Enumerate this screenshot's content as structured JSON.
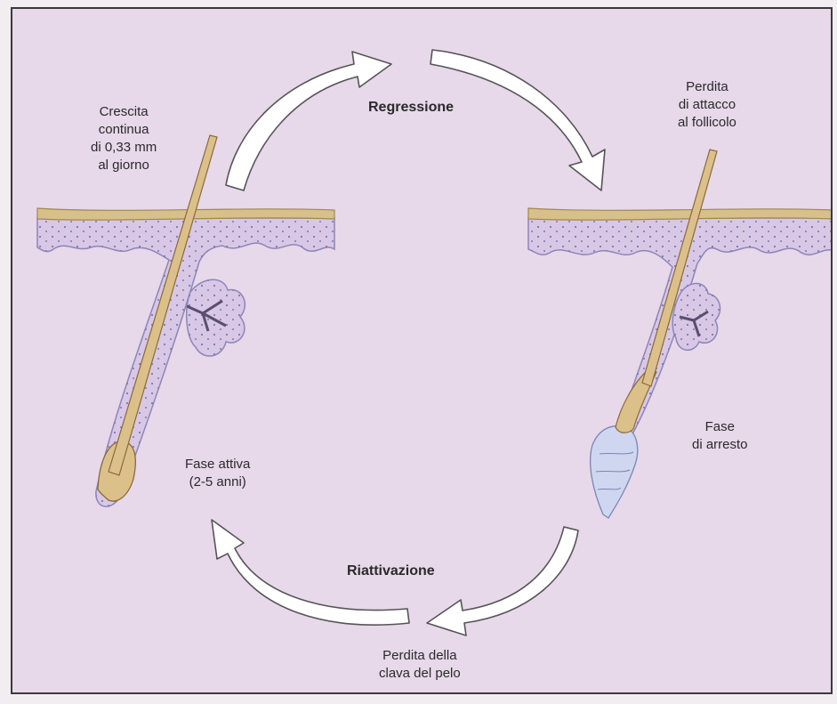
{
  "labels": {
    "growth": [
      "Crescita",
      "continua",
      "di 0,33 mm",
      "al giorno"
    ],
    "regression": "Regressione",
    "detachment": [
      "Perdita",
      "di attacco",
      "al follicolo"
    ],
    "rest_phase": [
      "Fase",
      "di arresto"
    ],
    "active_phase": [
      "Fase attiva",
      "(2-5 anni)"
    ],
    "reactivation": "Riattivazione",
    "club_loss": [
      "Perdita della",
      "clava del pelo"
    ]
  },
  "colors": {
    "background": "#e7d8ea",
    "skin_layer": "#d9c7e6",
    "epidermis": "#d8c08a",
    "hair": "#dcc08a",
    "arrow_fill": "#ffffff",
    "text": "#2a2a2a"
  }
}
